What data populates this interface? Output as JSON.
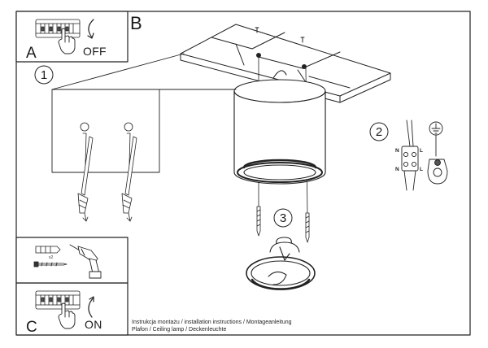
{
  "panels": {
    "a": {
      "letter": "A",
      "action": "OFF"
    },
    "b": {
      "letter": "B"
    },
    "c": {
      "letter": "C",
      "action": "ON"
    }
  },
  "steps": [
    "1",
    "2",
    "3"
  ],
  "wiring": {
    "terminal_n": "N",
    "terminal_l": "L",
    "screw_count": "x2"
  },
  "footer": {
    "line1": "Instrukcja montażu / installation instructions / Montageanleitung",
    "line2": "Plafon / Ceiling lamp / Deckenleuchte"
  }
}
